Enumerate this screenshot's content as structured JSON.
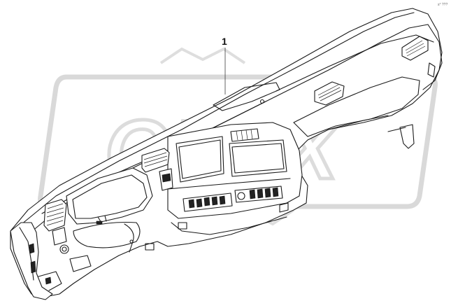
{
  "diagram": {
    "callout_number": "1",
    "reference_code": "s° ???",
    "watermark_text": "OPEX"
  }
}
